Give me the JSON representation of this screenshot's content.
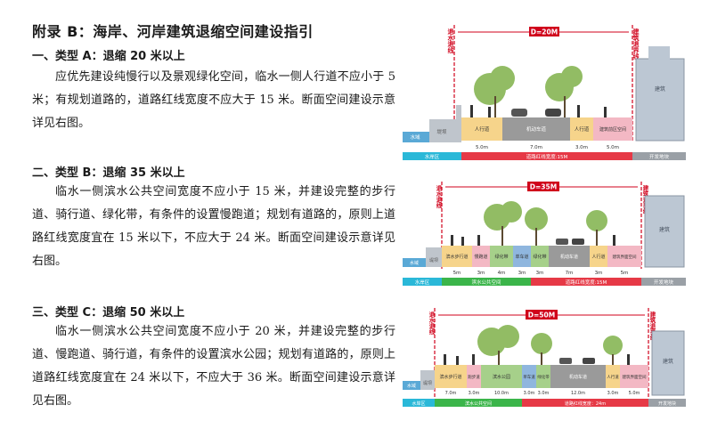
{
  "document": {
    "title": "附录 B：海岸、河岸建筑退缩空间建设指引",
    "sections": [
      {
        "heading": "一、类型 A：退缩 20 米以上",
        "text": "应优先建设纯慢行以及景观绿化空间，临水一侧人行道不应小于 5 米；有规划道路的，道路红线宽度不应大于 15 米。断面空间建设示意详见右图。"
      },
      {
        "heading": "二、类型 B：退缩 35 米以上",
        "text": "临水一侧滨水公共空间宽度不应小于 15 米，并建设完整的步行道、骑行道、绿化带，有条件的设置慢跑道；规划有道路的，原则上道路红线宽度宜在 15 米以下，不应大于 24 米。断面空间建设示意详见右图。"
      },
      {
        "heading": "三、类型 C：退缩 50 米以上",
        "text": "临水一侧滨水公共空间宽度不应小于 20 米，并建设完整的步行道、慢跑道、骑行道，有条件的设置滨水公园；规划有道路的，原则上道路红线宽度宜在 24 米以下，不应大于 36 米。断面空间建设示意详见右图。"
      }
    ]
  },
  "diagrams": [
    {
      "dimension": "D=20M",
      "left_marker": "退水退线",
      "right_marker": "建筑退界线",
      "building_label": "建筑",
      "water_labels": [
        "水域",
        "堤坝"
      ],
      "zones": [
        "人行道",
        "机动车道",
        "人行道",
        "建筑前区空间"
      ],
      "widths": [
        "5.0m",
        "7.0m",
        "3.0m",
        "5.0m"
      ],
      "bottom": [
        "水岸区",
        "道路红线宽度:15M",
        "开发地块"
      ]
    },
    {
      "dimension": "D=35M",
      "left_marker": "退水退线",
      "right_marker": "建筑退界线",
      "building_label": "建筑",
      "water_labels": [
        "水域",
        "堤坝"
      ],
      "zones": [
        "滨水步行道",
        "慢跑道",
        "绿化带",
        "单车道",
        "绿化带",
        "机动车道",
        "人行道",
        "建筑界面空间"
      ],
      "widths": [
        "5m",
        "3m",
        "4m",
        "3m",
        "3m",
        "7m",
        "3m",
        "5m"
      ],
      "bottom": [
        "水岸区",
        "滨水公共空间",
        "道路红线宽度:15M",
        "开发地块"
      ]
    },
    {
      "dimension": "D=50M",
      "left_marker": "退水退线",
      "right_marker": "建筑退界线",
      "building_label": "建筑",
      "water_labels": [
        "水域",
        "堤坝"
      ],
      "zones": [
        "滨水步行道",
        "跑步道",
        "滨水公园",
        "单车道",
        "绿化带",
        "机动车道",
        "人行道",
        "建筑界面空间"
      ],
      "widths": [
        "7.0m",
        "3.0m",
        "10.0m",
        "3.0m",
        "3.0m",
        "12.0m",
        "3.0m",
        "5.0m"
      ],
      "bottom": [
        "水岸区",
        "滨水公共空间",
        "道路红线宽度：24m",
        "开发地块"
      ]
    }
  ]
}
